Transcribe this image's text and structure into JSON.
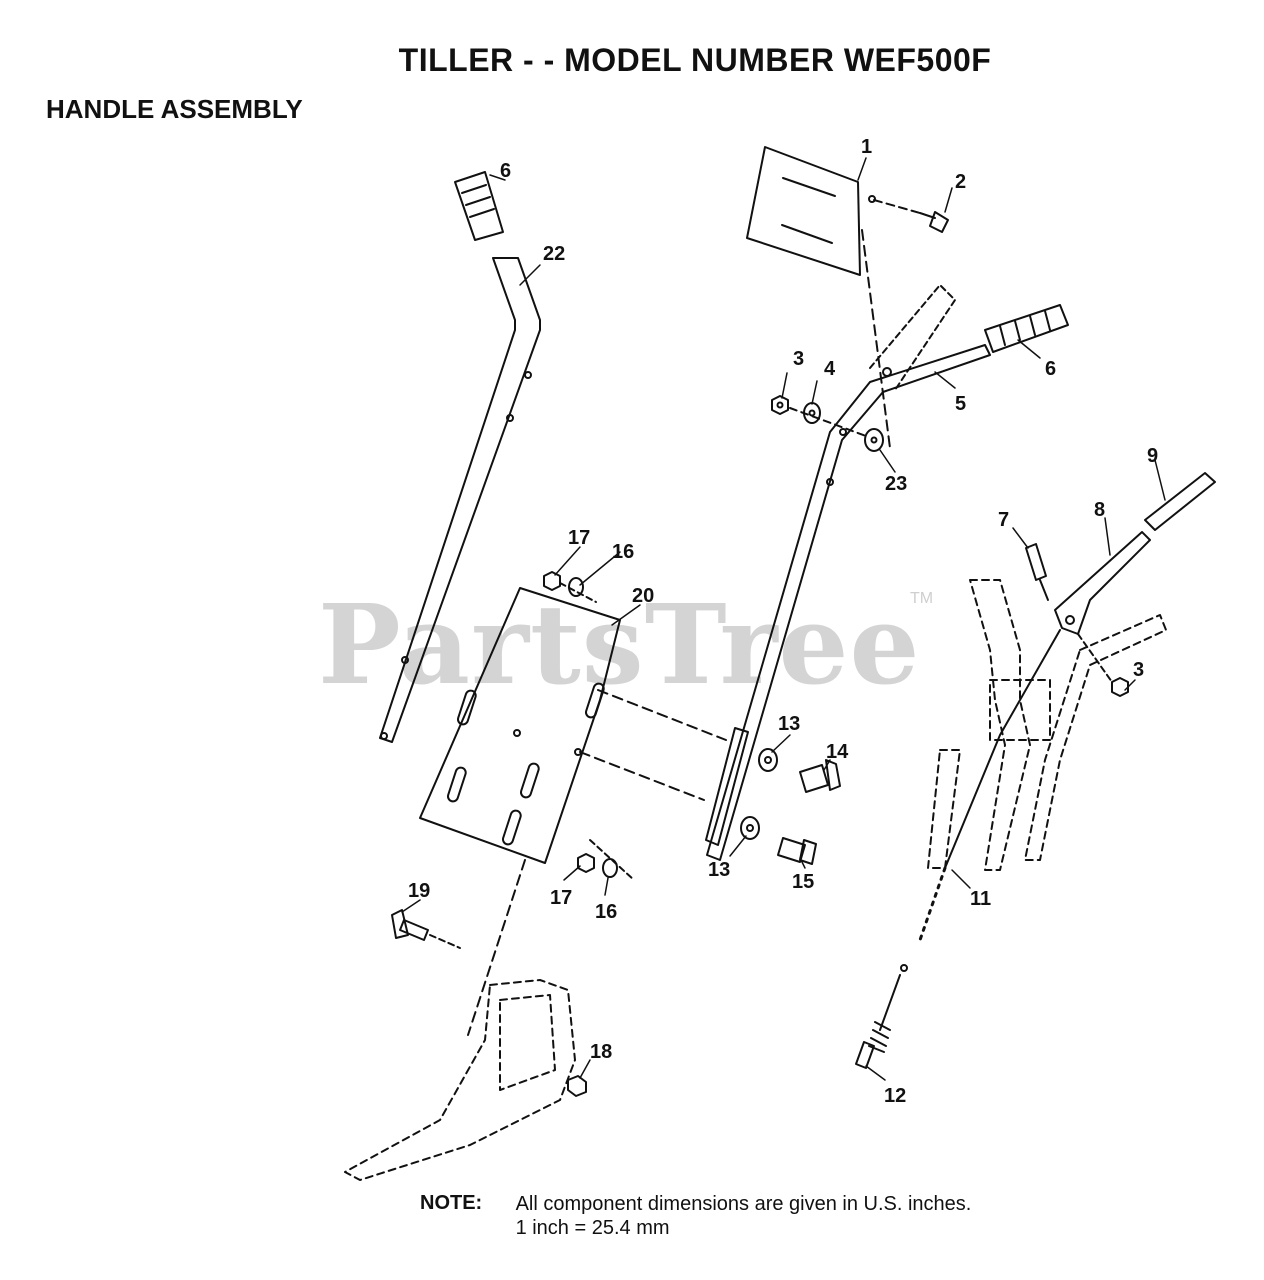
{
  "title": "TILLER - - MODEL NUMBER WEF500F",
  "section": "HANDLE ASSEMBLY",
  "watermark": "PartsTree",
  "watermark_tm": "TM",
  "callouts": [
    "1",
    "2",
    "3",
    "4",
    "5",
    "6",
    "22",
    "23",
    "9",
    "8",
    "7",
    "3",
    "13",
    "14",
    "13",
    "15",
    "17",
    "16",
    "20",
    "17",
    "16",
    "19",
    "18",
    "11",
    "12"
  ],
  "note": {
    "label": "NOTE:",
    "line1": "All component dimensions are given in U.S. inches.",
    "line2": "1 inch = 25.4 mm"
  }
}
